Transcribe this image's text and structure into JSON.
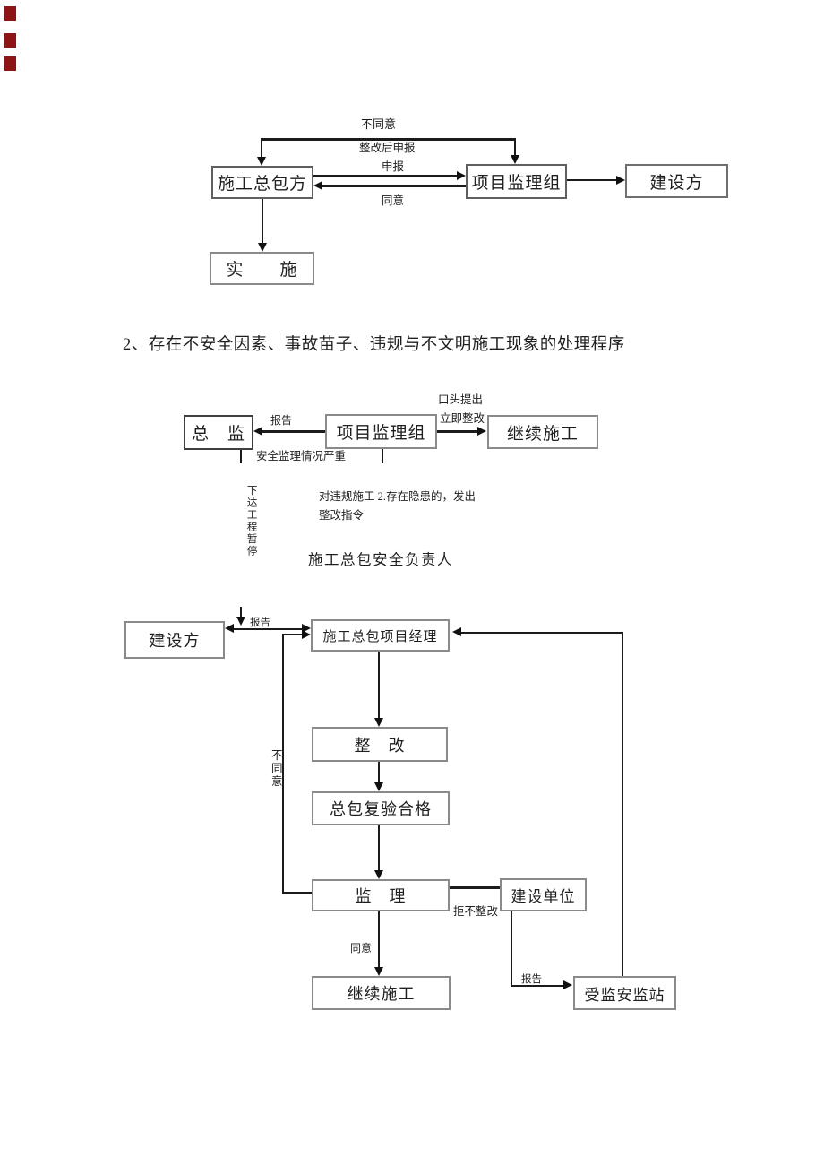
{
  "colors": {
    "background": "#ffffff",
    "line": "#1b1b1b",
    "box_border": "#7d7d7d",
    "edge_mark": "#8e1515"
  },
  "heading": {
    "text": "2、存在不安全因素、事故苗子、违规与不文明施工现象的处理程序"
  },
  "fc1": {
    "contractor": "施工总包方",
    "supervision_group": "项目监理组",
    "client": "建设方",
    "implement": "实　　施",
    "disagree": "不同意",
    "resubmit_after_rectify": "整改后申报",
    "submit": "申报",
    "agree": "同意"
  },
  "fc2": {
    "chief_supervisor": "总　监",
    "supervision_group": "项目监理组",
    "continue_construction": "继续施工",
    "report": "报告",
    "verbal_proposal": "口头提出",
    "immediate_rectify": "立即整改",
    "severe_condition": "安全监理情况严重",
    "issue_stop_order": "下达工程暂停",
    "note_line1": "对违规施工 2.存在隐患的，发出",
    "note_line2": "整改指令",
    "safety_officer": "施工总包安全负责人"
  },
  "fc3": {
    "client": "建设方",
    "gc_project_manager": "施工总包项目经理",
    "report": "报告",
    "disagree_vertical": "不同意",
    "rectify": "整　改",
    "gc_recheck_pass": "总包复验合格",
    "supervise": "监　理",
    "refuse_rectify": "拒不整改",
    "construction_unit": "建设单位",
    "agree": "同意",
    "continue_construction": "继续施工",
    "report_to_station": "报告",
    "safety_station": "受监安监站"
  }
}
